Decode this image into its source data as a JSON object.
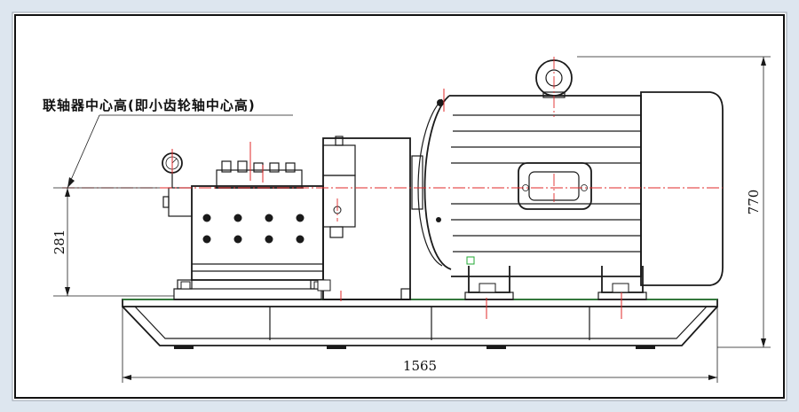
{
  "annotation": {
    "label": "联轴器中心高(即小齿轮轴中心高)"
  },
  "dimensions": {
    "center_height": "281",
    "total_height": "770",
    "total_length": "1565"
  },
  "colors": {
    "background": "#dde6ef",
    "line": "#1a1a1a",
    "centerline": "#e0282a",
    "accent": "#22aa33"
  }
}
